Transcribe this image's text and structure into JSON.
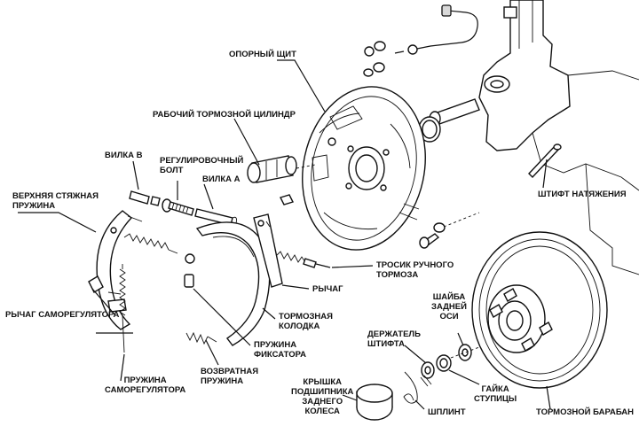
{
  "labels": {
    "backing_plate": "ОПОРНЫЙ ЩИТ",
    "wheel_cylinder": "РАБОЧИЙ ТОРМОЗНОЙ ЦИЛИНДР",
    "fork_b": "ВИЛКА В",
    "adjuster_bolt": [
      "РЕГУЛИРОВОЧНЫЙ",
      "БОЛТ"
    ],
    "fork_a": "ВИЛКА А",
    "upper_spring": [
      "ВЕРХНЯЯ СТЯЖНАЯ",
      "ПРУЖИНА"
    ],
    "tension_pin": "ШТИФТ НАТЯЖЕНИЯ",
    "parking_cable": [
      "ТРОСИК РУЧНОГО",
      "ТОРМОЗА"
    ],
    "lever": "РЫЧАГ",
    "self_adjuster_lever": "РЫЧАГ САМОРЕГУЛЯТОРА",
    "brake_shoe": [
      "ТОРМОЗНАЯ",
      "КОЛОДКА"
    ],
    "retainer_spring": [
      "ПРУЖИНА",
      "ФИКСАТОРА"
    ],
    "return_spring": [
      "ВОЗВРАТНАЯ",
      "ПРУЖИНА"
    ],
    "self_adjuster_spring": [
      "ПРУЖИНА",
      "САМОРЕГУЛЯТОРА"
    ],
    "pin_retainer": [
      "ДЕРЖАТЕЛЬ",
      "ШТИФТА"
    ],
    "axle_washer": [
      "ШАЙБА",
      "ЗАДНЕЙ",
      "ОСИ"
    ],
    "bearing_cap": [
      "КРЫШКА",
      "ПОДШИПНИКА",
      "ЗАДНЕГО",
      "КОЛЕСА"
    ],
    "hub_nut": [
      "ГАЙКА",
      "СТУПИЦЫ"
    ],
    "cotter_pin": "ШПЛИНТ",
    "brake_drum": "ТОРМОЗНОЙ БАРАБАН"
  }
}
